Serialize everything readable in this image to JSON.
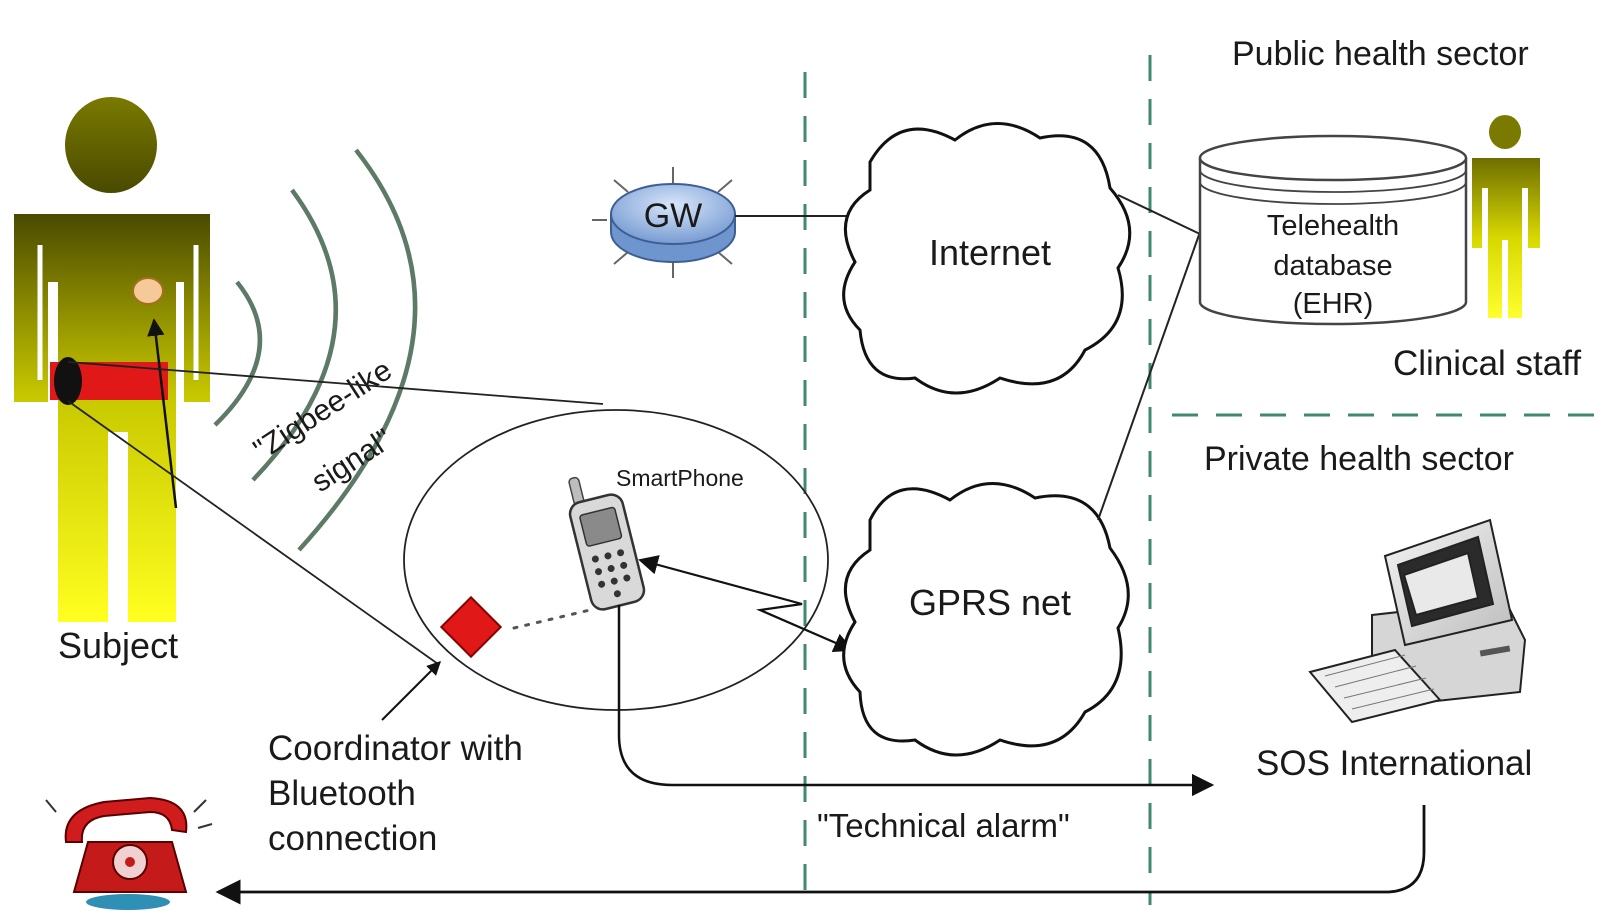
{
  "labels": {
    "public_sector": "Public health sector",
    "private_sector": "Private health sector",
    "clinical_staff": "Clinical staff",
    "subject": "Subject",
    "gateway": "GW",
    "internet": "Internet",
    "gprs": "GPRS net",
    "smartphone": "SmartPhone",
    "db_line1": "Telehealth",
    "db_line2": "database",
    "db_line3": "(EHR)",
    "sos": "SOS International",
    "zigbee_line1": "\"Zigbee-like",
    "zigbee_line2": "signal\"",
    "coord_line1": "Coordinator with",
    "coord_line2": "Bluetooth",
    "coord_line3": "connection",
    "technical_alarm": "\"Technical alarm\""
  },
  "colors": {
    "divider": "#3f8a6a",
    "wave": "#5d7a66",
    "sensor_red": "#e01818",
    "person_yellow": "#e6e600",
    "gateway_blue": "#9ab8e6"
  },
  "icons": {
    "gateway": "router-icon",
    "phone": "smartphone-icon",
    "computer": "desktop-computer-icon",
    "telephone": "telephone-icon",
    "database": "database-icon"
  }
}
